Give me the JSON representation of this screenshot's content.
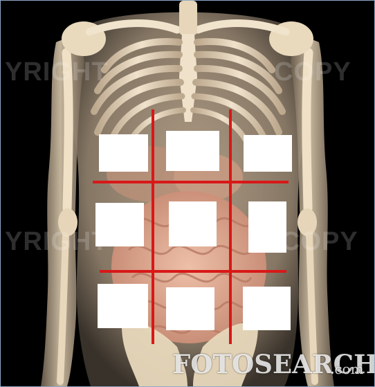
{
  "watermark": {
    "copyright_left_top": "YRIGHT",
    "copyright_right_top": "COPY",
    "copyright_left_mid": "YRIGHT",
    "copyright_right_mid": "COPY",
    "brand_main": "FOTOSEARCH",
    "brand_suffix": ".com"
  },
  "colors": {
    "background": "#000000",
    "bone": "#dcc8a8",
    "soft_tissue": "#e8b8a0",
    "grid_line": "#d81818"
  },
  "label_boxes": [
    {
      "value": ""
    },
    {
      "value": ""
    },
    {
      "value": ""
    },
    {
      "value": ""
    },
    {
      "value": ""
    },
    {
      "value": ""
    },
    {
      "value": ""
    },
    {
      "value": ""
    },
    {
      "value": ""
    }
  ]
}
